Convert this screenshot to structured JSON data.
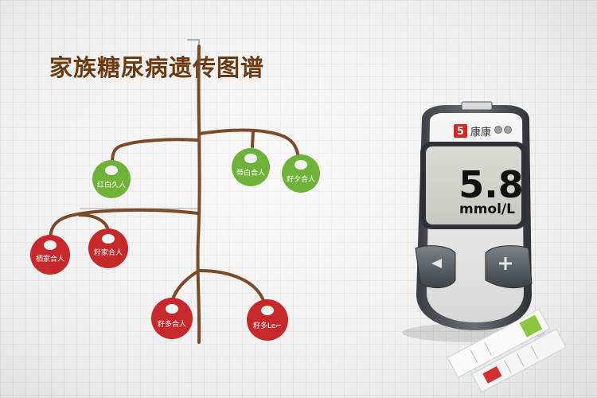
{
  "title": "家族糖尿病遗传图谱",
  "colors": {
    "branch": "#7a4a2a",
    "healthy": "#6fb23a",
    "diabetic": "#c7282b",
    "title": "#6b3a10"
  },
  "nodes": [
    {
      "id": "n1",
      "label": "红白久人",
      "status": "healthy"
    },
    {
      "id": "n2",
      "label": "带白合人",
      "status": "healthy"
    },
    {
      "id": "n3",
      "label": "籽夕合人",
      "status": "healthy"
    },
    {
      "id": "n4",
      "label": "栖家合人",
      "status": "diabetic"
    },
    {
      "id": "n5",
      "label": "籽家合人",
      "status": "diabetic"
    },
    {
      "id": "n6",
      "label": "籽多合人",
      "status": "diabetic"
    },
    {
      "id": "n7",
      "label": "籽多Le⌐",
      "status": "diabetic"
    }
  ],
  "meter": {
    "brand_badge": "5",
    "brand_name": "康康",
    "value": "5.8",
    "unit": "mmol/L",
    "left_button_icon": "left-triangle-icon",
    "right_button_icon": "plus-icon"
  }
}
